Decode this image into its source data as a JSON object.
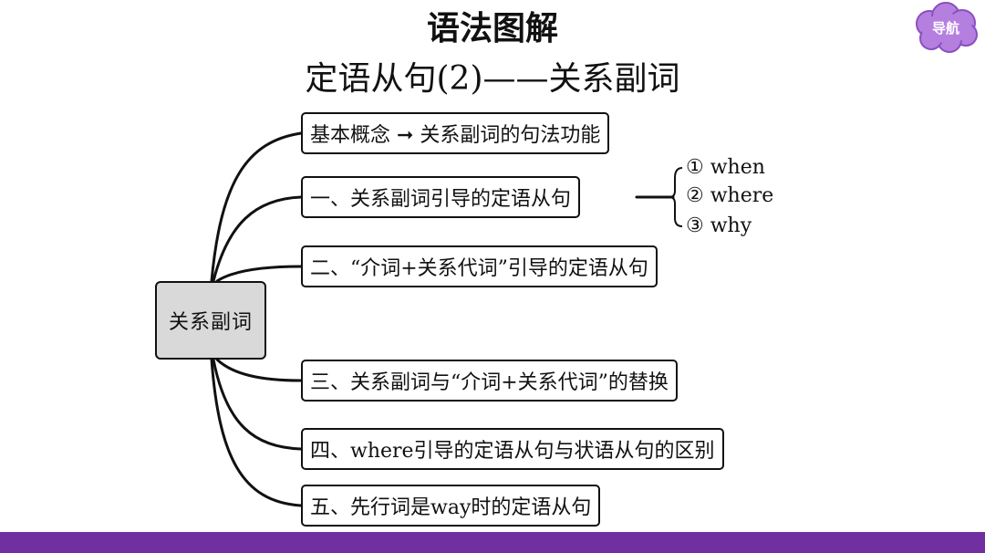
{
  "header": {
    "title": "语法图解",
    "subtitle": "定语从句(2)——关系副词",
    "nav_label": "导航"
  },
  "diagram": {
    "root": "关系副词",
    "branches": [
      {
        "label": "基本概念 ➞ 关系副词的句法功能"
      },
      {
        "label": "一、关系副词引导的定语从句"
      },
      {
        "label": "二、“介词+关系代词”引导的定语从句"
      },
      {
        "label": "三、关系副词与“介词+关系代词”的替换"
      },
      {
        "label": "四、where引导的定语从句与状语从句的区别"
      },
      {
        "label": "五、先行词是way时的定语从句"
      }
    ],
    "sub_items": [
      "① when",
      "② where",
      "③ why"
    ]
  },
  "colors": {
    "bottom_bar": "#7030a0",
    "nav_button": "#b57fe0",
    "root_fill": "#d9d9d9"
  }
}
